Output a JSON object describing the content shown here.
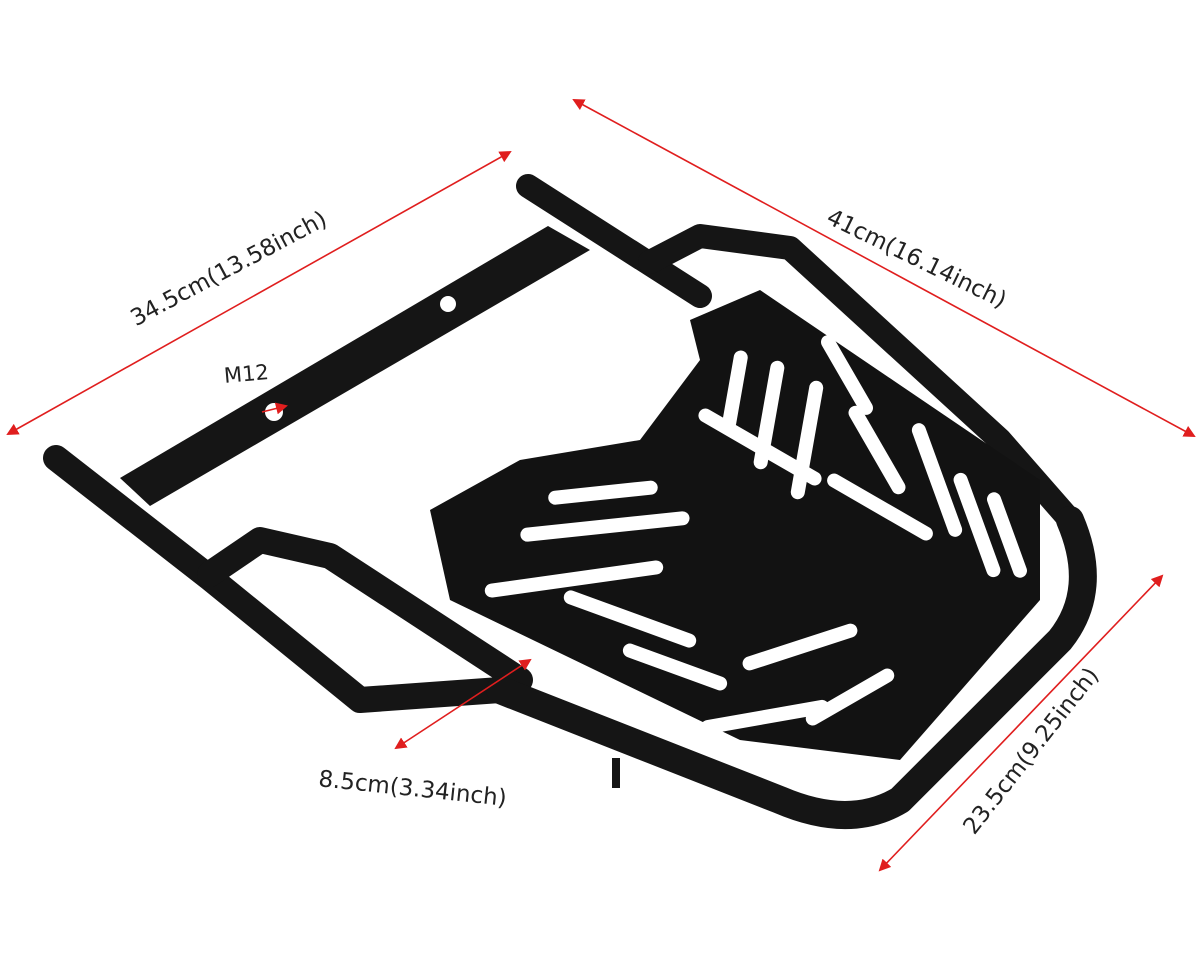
{
  "dimensions": {
    "length_left": "34.5cm(13.58inch)",
    "length_top": "41cm(16.14inch)",
    "height": "8.5cm(3.34inch)",
    "depth": "23.5cm(9.25inch)",
    "bolt": "M12"
  },
  "colors": {
    "arrow": "#e01e1e",
    "metal": "#141414",
    "highlight": "#3a3a3a"
  }
}
